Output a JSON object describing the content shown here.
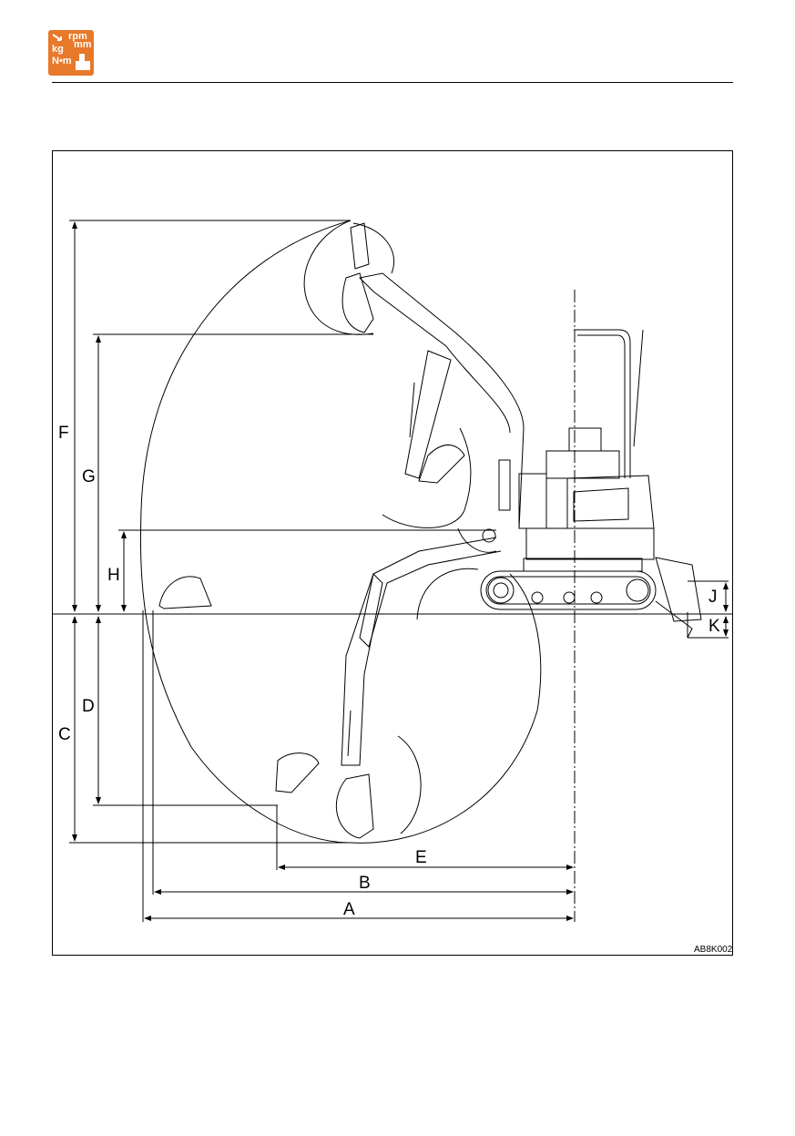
{
  "logo": {
    "rpm": "rpm",
    "mm": "mm",
    "kg": "kg",
    "nm": "N•m",
    "icon": "spec-units-icon",
    "color": "#e8782a"
  },
  "labels": {
    "A": "A",
    "B": "B",
    "C": "C",
    "D": "D",
    "E": "E",
    "F": "F",
    "G": "G",
    "H": "H",
    "J": "J",
    "K": "K"
  },
  "figure_code": "AB8K002"
}
